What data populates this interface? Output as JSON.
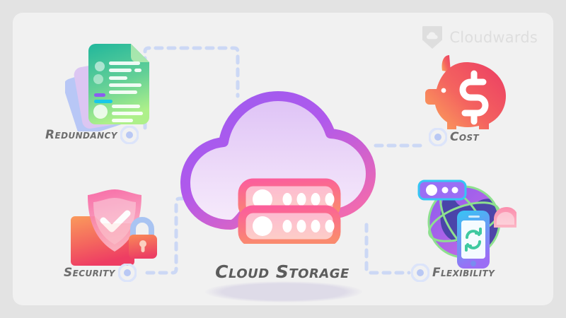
{
  "brand": {
    "name": "Cloudwards",
    "logo_icon": "cloud-shield-icon",
    "logo_color": "#dedede"
  },
  "center": {
    "title": "Cloud Storage",
    "icon": "cloud-server-icon",
    "cloud_gradient_start": "#9b5cf0",
    "cloud_gradient_end": "#f06ab0",
    "server_gradient_start": "#fb5f9b",
    "server_gradient_end": "#fa8a6f"
  },
  "connector": {
    "color": "#ccd8f5",
    "style": "dashed",
    "node_ring_color": "#dce4fa",
    "node_core_color": "#b9c8f4"
  },
  "features": [
    {
      "id": "redundancy",
      "label": "Redundancy",
      "icon": "stacked-documents-icon",
      "position": "top-left",
      "colors": [
        "#c9cdf5",
        "#e8cdf0",
        "#21b79c",
        "#a6ee8a"
      ]
    },
    {
      "id": "cost",
      "label": "Cost",
      "icon": "piggy-bank-dollar-icon",
      "position": "top-right",
      "colors": [
        "#fa9a5e",
        "#ef4a5e"
      ]
    },
    {
      "id": "security",
      "label": "Security",
      "icon": "shield-folder-lock-icon",
      "position": "bottom-left",
      "colors": [
        "#f9874f",
        "#ef3d63",
        "#f85fa0",
        "#a9c4f2"
      ]
    },
    {
      "id": "flexibility",
      "label": "Flexibility",
      "icon": "globe-phone-sync-icon",
      "position": "bottom-right",
      "colors": [
        "#3b3f9e",
        "#9b5cf0",
        "#8ee08f",
        "#35c6f4",
        "#f98fae"
      ]
    }
  ],
  "background": {
    "outer": "#e3e3e3",
    "card": "#f1f1f1"
  }
}
